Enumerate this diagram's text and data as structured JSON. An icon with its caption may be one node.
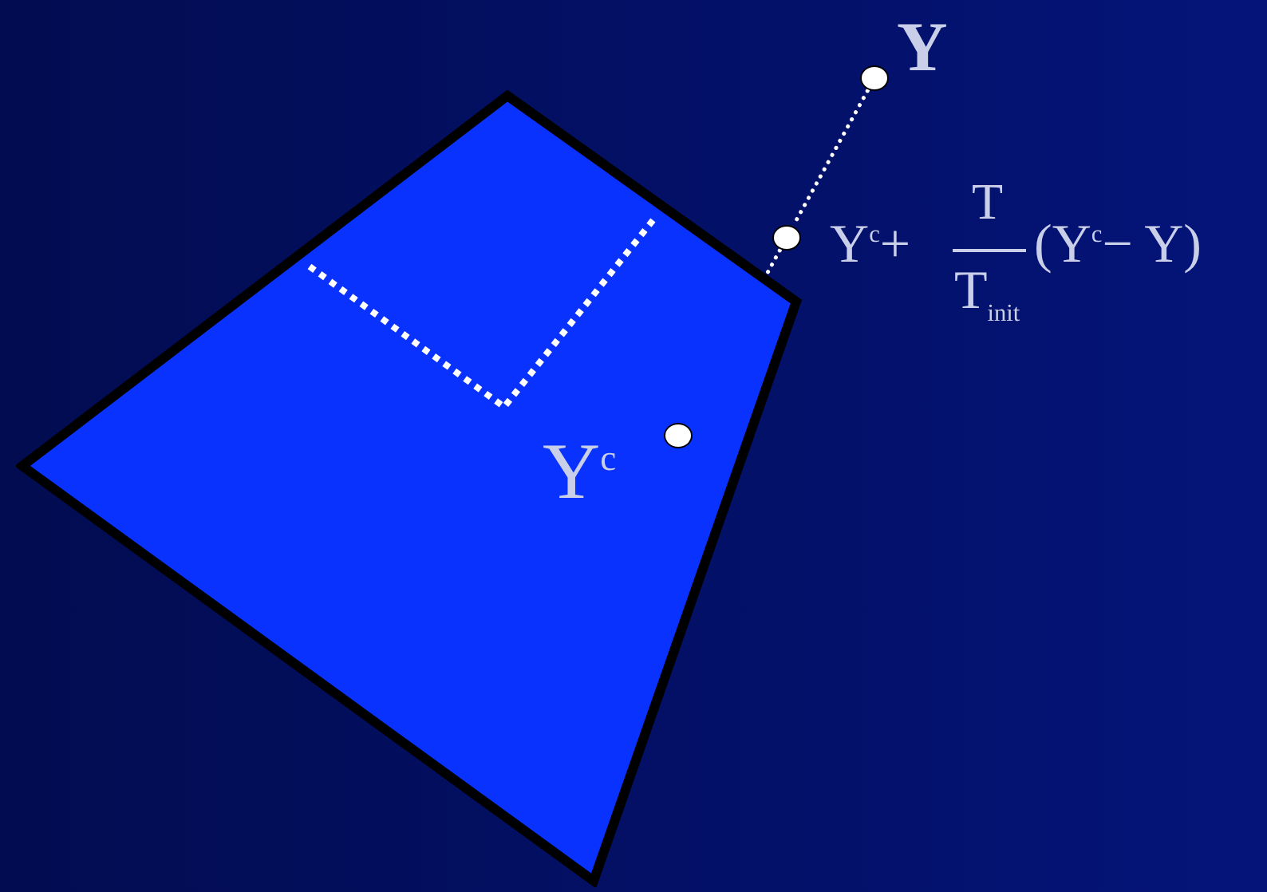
{
  "diagram": {
    "nodes": [
      {
        "text": [],
        "shape": "polygon"
      },
      {
        "text": [],
        "shape": "circle",
        "beside": [
          "Y"
        ]
      },
      {
        "text": [],
        "shape": "circle",
        "beside": [
          "Y$^{c}$+",
          "T",
          "T$_{init}$",
          "(Y$^{c}$− Y)"
        ]
      },
      {
        "text": [],
        "shape": "circle",
        "beside": [
          "Y$^{c}$"
        ],
        "in": 0
      }
    ],
    "edges": [
      {
        "from": 1,
        "to": 2,
        "arrow": "none",
        "style": "dashed"
      },
      {
        "from": 2,
        "to": 3,
        "arrow": "none",
        "style": "dashed"
      }
    ]
  }
}
